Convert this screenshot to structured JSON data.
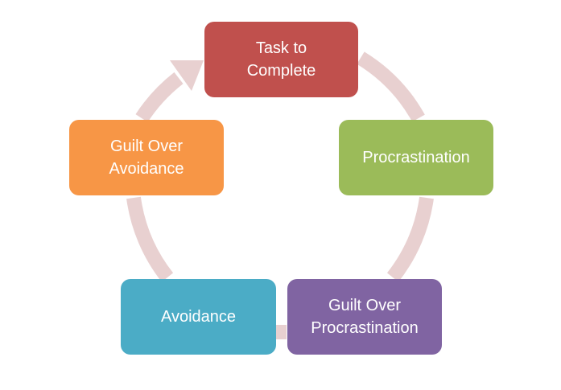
{
  "diagram": {
    "type": "cycle",
    "ring_color": "#e8d0d0",
    "nodes": [
      {
        "id": "task",
        "label": "Task to\nComplete",
        "color": "#c0504d"
      },
      {
        "id": "procrastination",
        "label": "Procrastination",
        "color": "#9bbb59"
      },
      {
        "id": "guilt_procrastination",
        "label": "Guilt Over\nProcrastination",
        "color": "#8064a2"
      },
      {
        "id": "avoidance",
        "label": "Avoidance",
        "color": "#4bacc6"
      },
      {
        "id": "guilt_avoidance",
        "label": "Guilt Over\nAvoidance",
        "color": "#f79646"
      }
    ],
    "edges": [
      {
        "from": "task",
        "to": "procrastination"
      },
      {
        "from": "procrastination",
        "to": "guilt_procrastination"
      },
      {
        "from": "guilt_procrastination",
        "to": "avoidance"
      },
      {
        "from": "avoidance",
        "to": "guilt_avoidance"
      },
      {
        "from": "guilt_avoidance",
        "to": "task"
      }
    ]
  }
}
